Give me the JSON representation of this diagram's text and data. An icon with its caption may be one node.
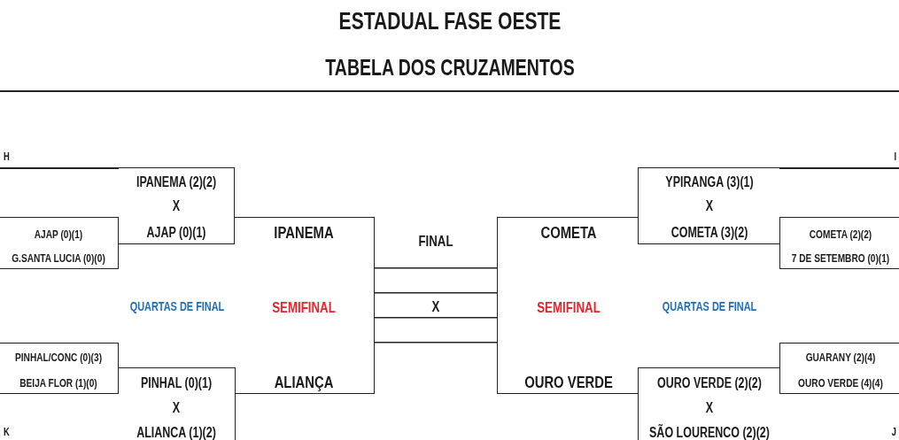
{
  "diagram": {
    "title": "ESTADUAL FASE OESTE",
    "nodes": [
      {
        "text": [
          "IPANEMA (2)(2)",
          "X",
          "AJAP (0)(1)"
        ]
      },
      {
        "text": [
          "AJAP (0)(1)",
          "G.SANTA LUCIA (0)(0)"
        ]
      },
      {
        "text": [
          "IPANEMA",
          "SEMIFINAL",
          "ALIANÇA"
        ]
      },
      {
        "text": [
          "FINAL",
          "X"
        ]
      },
      {
        "text": [
          "COMETA",
          "SEMIFINAL",
          "OURO VERDE"
        ]
      },
      {
        "text": [
          "YPIRANGA (3)(1)",
          "X",
          "COMETA (3)(2)"
        ]
      },
      {
        "text": [
          "COMETA (2)(2)",
          "7 DE SETEMBRO (0)(1)"
        ]
      },
      {
        "text": [
          "PINHAL/CONC (0)(3)",
          "BEIJA FLOR (1)(0)"
        ]
      },
      {
        "text": [
          "PINHAL (0)(1)",
          "X",
          "ALIANCA (1)(2)"
        ]
      },
      {
        "text": [
          "GUARANY (2)(4)",
          "OURO VERDE (4)(4)"
        ]
      },
      {
        "text": [
          "OURO VERDE (2)(2)",
          "X",
          "SÃO LOURENCO (2)(2)"
        ]
      }
    ],
    "labels": [
      "TABELA DOS CRUZAMENTOS",
      "H",
      "I",
      "QUARTAS DE FINAL",
      "QUARTAS DE FINAL",
      "K",
      "J"
    ]
  }
}
